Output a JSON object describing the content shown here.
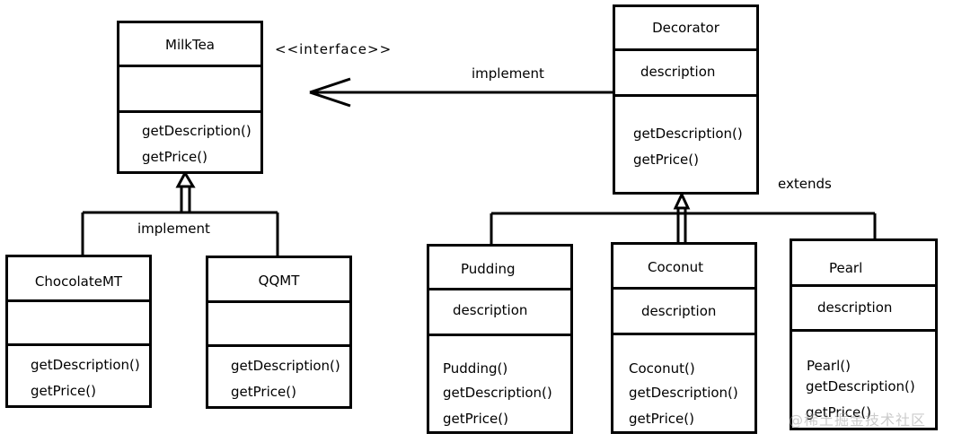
{
  "milktea": {
    "name": "MilkTea",
    "stereotype": "<<interface>>",
    "methods": [
      "getDescription()",
      "getPrice()"
    ]
  },
  "chocolate": {
    "name": "ChocolateMT",
    "methods": [
      "getDescription()",
      "getPrice()"
    ]
  },
  "qqmt": {
    "name": "QQMT",
    "methods": [
      "getDescription()",
      "getPrice()"
    ]
  },
  "decorator": {
    "name": "Decorator",
    "attribute": "description",
    "methods": [
      "getDescription()",
      "getPrice()"
    ]
  },
  "pudding": {
    "name": "Pudding",
    "attribute": "description",
    "methods": [
      "Pudding()",
      "getDescription()",
      "getPrice()"
    ]
  },
  "coconut": {
    "name": "Coconut",
    "attribute": "description",
    "methods": [
      "Coconut()",
      "getDescription()",
      "getPrice()"
    ]
  },
  "pearl": {
    "name": "Pearl",
    "attribute": "description",
    "methods": [
      "Pearl()",
      "getDescription()",
      "getPrice()"
    ]
  },
  "labels": {
    "implement_left": "implement",
    "implement_top": "implement",
    "extends": "extends"
  },
  "watermark": "@稀土掘金技术社区"
}
